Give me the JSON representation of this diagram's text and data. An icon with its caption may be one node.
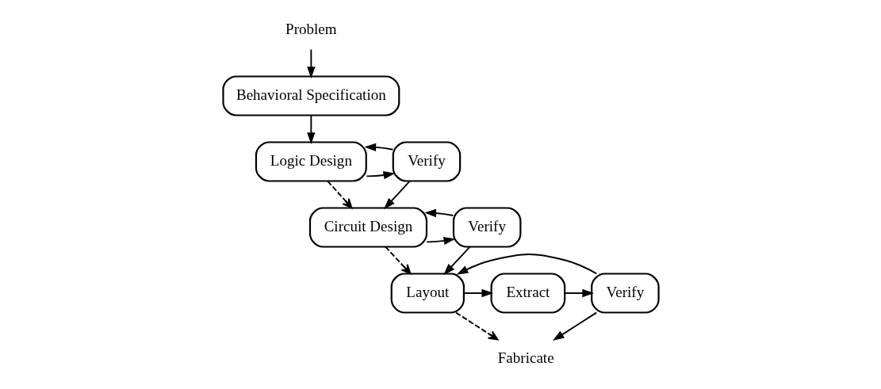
{
  "diagram": {
    "nodes": [
      {
        "text": [
          "Problem"
        ]
      },
      {
        "text": [
          "Behavioral Specification"
        ]
      },
      {
        "text": [
          "Logic Design"
        ]
      },
      {
        "text": [
          "Verify"
        ]
      },
      {
        "text": [
          "Circuit Design"
        ]
      },
      {
        "text": [
          "Verify"
        ]
      },
      {
        "text": [
          "Layout"
        ]
      },
      {
        "text": [
          "Extract"
        ]
      },
      {
        "text": [
          "Verify"
        ]
      },
      {
        "text": [
          "Fabricate"
        ]
      }
    ],
    "edges": [
      {
        "from": 0,
        "to": 1,
        "arrow": "to"
      },
      {
        "from": 1,
        "to": 2,
        "arrow": "to"
      },
      {
        "from": 2,
        "to": 3,
        "arrow": "to"
      },
      {
        "from": 3,
        "to": 2,
        "arrow": "to"
      },
      {
        "from": 3,
        "to": 4,
        "arrow": "to"
      },
      {
        "from": 2,
        "to": 4,
        "arrow": "to",
        "style": "dashed"
      },
      {
        "from": 4,
        "to": 5,
        "arrow": "to"
      },
      {
        "from": 5,
        "to": 4,
        "arrow": "to"
      },
      {
        "from": 5,
        "to": 6,
        "arrow": "to"
      },
      {
        "from": 4,
        "to": 6,
        "arrow": "to",
        "style": "dashed"
      },
      {
        "from": 6,
        "to": 7,
        "arrow": "to"
      },
      {
        "from": 7,
        "to": 8,
        "arrow": "to"
      },
      {
        "from": 8,
        "to": 6,
        "arrow": "to"
      },
      {
        "from": 8,
        "to": 9,
        "arrow": "to"
      },
      {
        "from": 6,
        "to": 9,
        "arrow": "to",
        "style": "dashed"
      }
    ]
  }
}
